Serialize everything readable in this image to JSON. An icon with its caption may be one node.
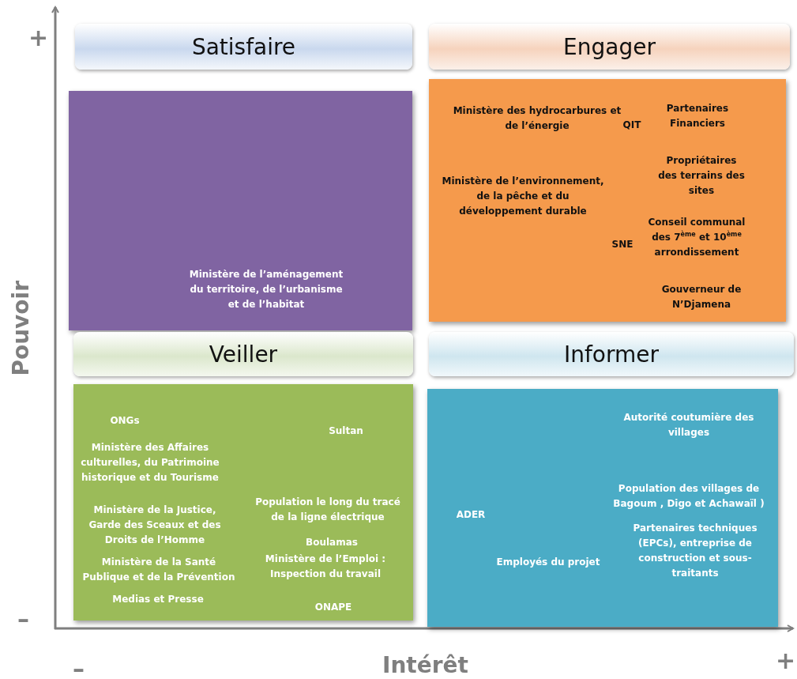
{
  "diagram": {
    "nodes": [
      {
        "text": [
          "Satisfaire"
        ]
      },
      {
        "text": [
          "Engager"
        ]
      },
      {
        "text": [
          "Ministère de l’aménagement du territoire, de l’urbanisme et de l’habitat"
        ]
      },
      {
        "text": [
          "Ministère des hydrocarbures et de l’énergie",
          "Partenaires Financiers",
          "QIT",
          "Ministère de l’environnement, de la pêche et du développement durable",
          "Propriétaires des terrains des sites",
          "Conseil communal des 7$^{ème}$ et 10$^{ème}$ arrondissement",
          "SNE",
          "Gouverneur de N’Djamena"
        ]
      },
      {
        "text": [
          "Veiller"
        ]
      },
      {
        "text": [
          "Informer"
        ]
      },
      {
        "text": [
          "ONGs",
          "Sultan",
          "Ministère des Affaires culturelles, du Patrimoine historique et du Tourisme",
          "Population le long du tracé de la ligne électrique",
          "Ministère de la Justice, Garde des Sceaux et des Droits de l’Homme",
          "Boulamas",
          "Ministère de la Santé Publique et de la Prévention",
          "Ministère de l’Emploi : Inspection du travail",
          "Medias et Presse",
          "ONAPE"
        ]
      },
      {
        "text": [
          "Autorité coutumière des villages",
          "Population des villages de Bagoum , Digo et Achawaïl )",
          "ADER",
          "Partenaires techniques (EPCs), entreprise de construction et sous-traitants",
          "Employés du projet"
        ]
      }
    ],
    "edges": [],
    "labels": [
      "+",
      "Pouvoir",
      "–",
      "–",
      "Intérêt",
      "+"
    ]
  }
}
